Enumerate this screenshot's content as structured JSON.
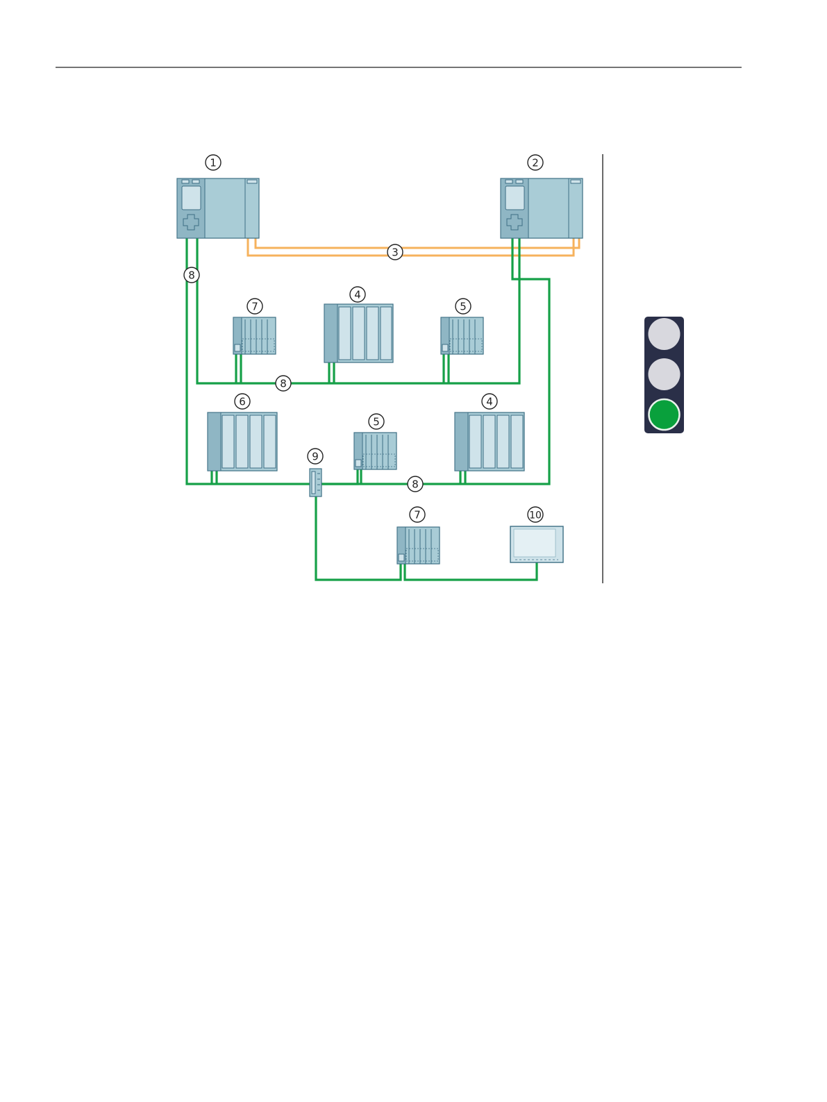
{
  "callouts": {
    "c1": "1",
    "c2": "2",
    "c3": "3",
    "c4a": "4",
    "c4b": "4",
    "c5a": "5",
    "c5b": "5",
    "c6": "6",
    "c7a": "7",
    "c7b": "7",
    "c8a": "8",
    "c8b": "8",
    "c8c": "8",
    "c9": "9",
    "c10": "10"
  },
  "colors": {
    "network_green": "#16a048",
    "redundancy_orange": "#f6b25c",
    "device_fill": "#a9ccd6",
    "device_stroke": "#3d6e84",
    "traffic_light_body": "#2a2f48",
    "lamp_off": "#d8d8de",
    "lamp_green": "#09a03c"
  },
  "traffic_light": {
    "lamps": [
      "off",
      "off",
      "green"
    ],
    "icon": "traffic-light-icon"
  }
}
